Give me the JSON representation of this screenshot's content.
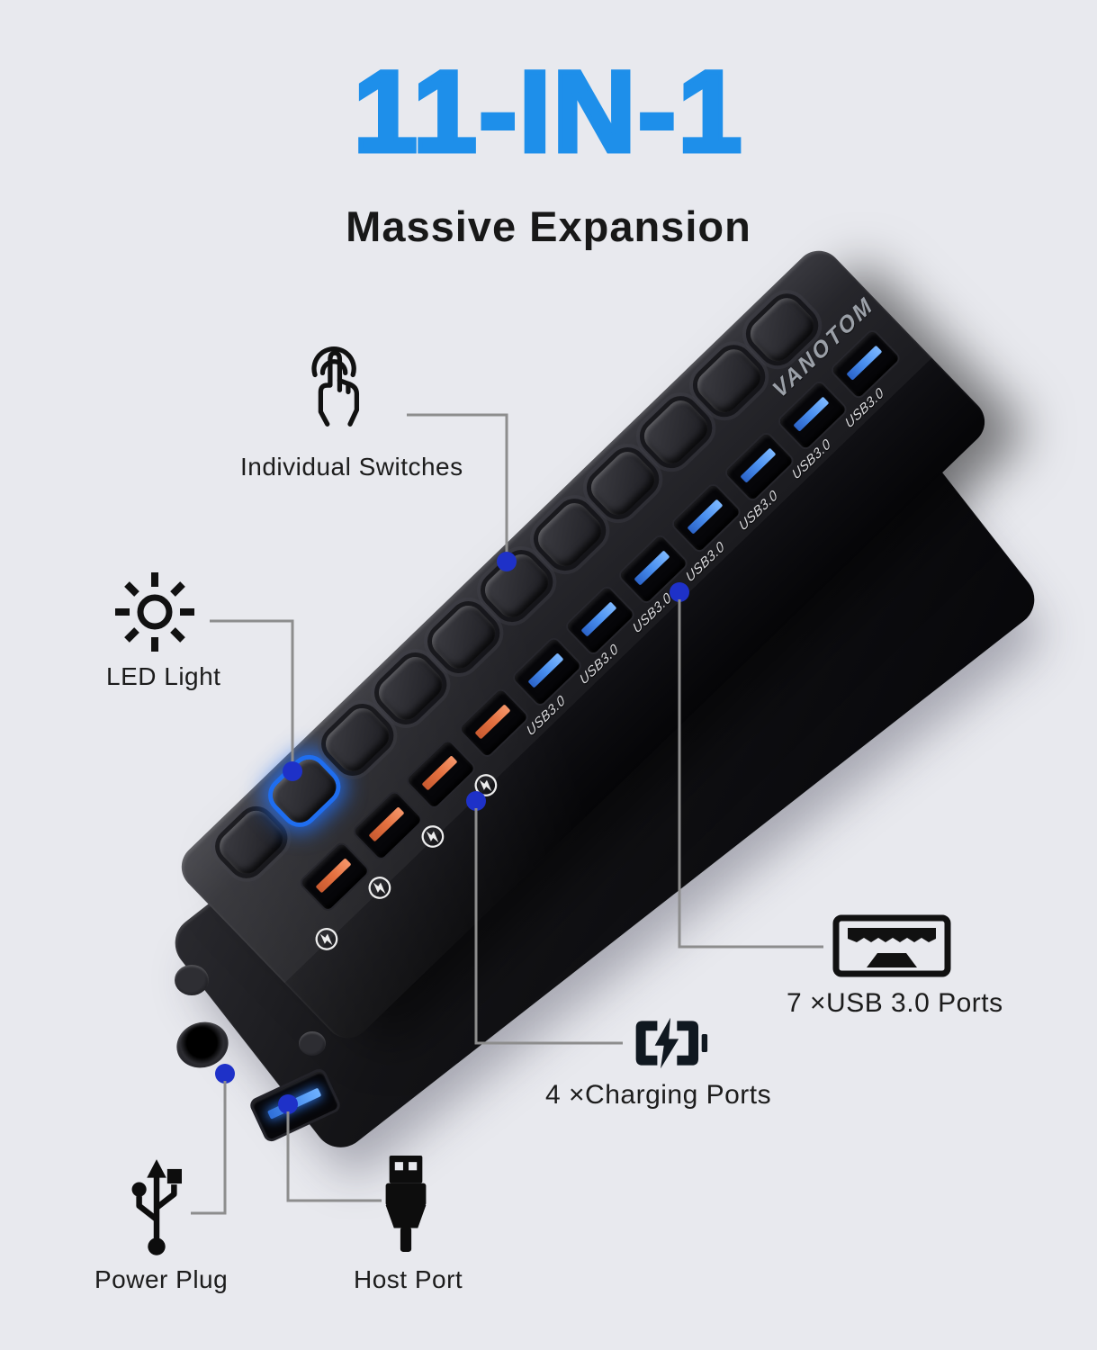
{
  "page": {
    "background_color": "#e8e9ee"
  },
  "header": {
    "title": "11-IN-1",
    "title_color": "#1e8fea",
    "subtitle": "Massive Expansion"
  },
  "device": {
    "brand": "VANOTOM",
    "switch_count": 11,
    "led_switch_index_from_left": 1,
    "usb_port_count": 7,
    "charging_port_count": 4,
    "usb_port_label": "USB3.0",
    "body_color": "#1b1b1f",
    "usb_tongue_color": "#4a90f0",
    "charging_tongue_color": "#e4703f",
    "led_glow_color": "#1f6ef0"
  },
  "callouts": {
    "individual_switches": {
      "label": "Individual Switches",
      "icon": "tap-icon"
    },
    "led_light": {
      "label": "LED Light",
      "icon": "sun-icon"
    },
    "usb_ports": {
      "label": "7 ×USB 3.0 Ports",
      "icon": "usb-receptacle-icon"
    },
    "charging_ports": {
      "label": "4 ×Charging Ports",
      "icon": "battery-charging-icon"
    },
    "power_plug": {
      "label": "Power Plug",
      "icon": "usb-trident-icon"
    },
    "host_port": {
      "label": "Host Port",
      "icon": "usb-plug-icon"
    }
  },
  "annotation": {
    "line_color": "#8d8d8d",
    "dot_color": "#1e31c8"
  }
}
